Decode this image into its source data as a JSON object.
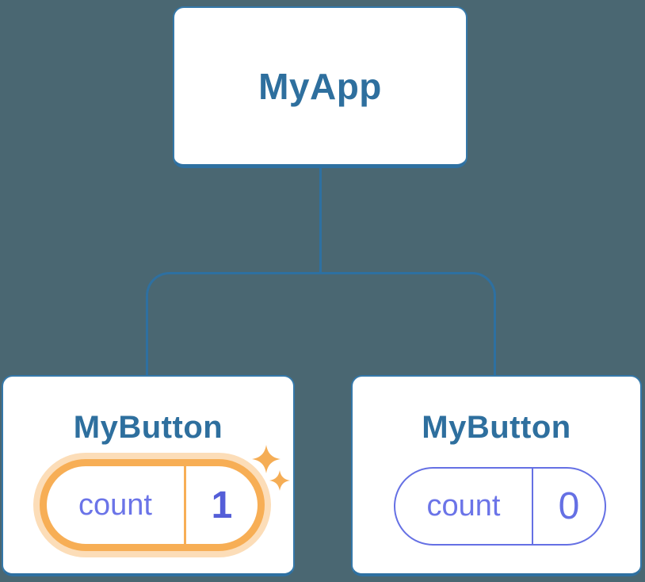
{
  "canvas": {
    "background_color": "#4A6772",
    "connector_color": "#2E70A1"
  },
  "tree": {
    "root": {
      "label": "MyApp"
    },
    "children": [
      {
        "label": "MyButton",
        "state": {
          "key": "count",
          "value": "1"
        },
        "highlighted": true
      },
      {
        "label": "MyButton",
        "state": {
          "key": "count",
          "value": "0"
        },
        "highlighted": false
      }
    ]
  },
  "icons": {
    "sparkles": "two four-point stars marking updated state"
  },
  "colors": {
    "node_text_blue": "#2E6F9E",
    "card_border_blue": "#2E70A1",
    "state_key_purple": "#6B74E8",
    "state_value_bold_purple": "#545ED8",
    "state_pill_purple": "#6570E4",
    "highlight_orange": "#F7AE55",
    "highlight_glow": "rgba(247,174,85,0.42)",
    "sparkle_orange": "#F5AD55"
  }
}
